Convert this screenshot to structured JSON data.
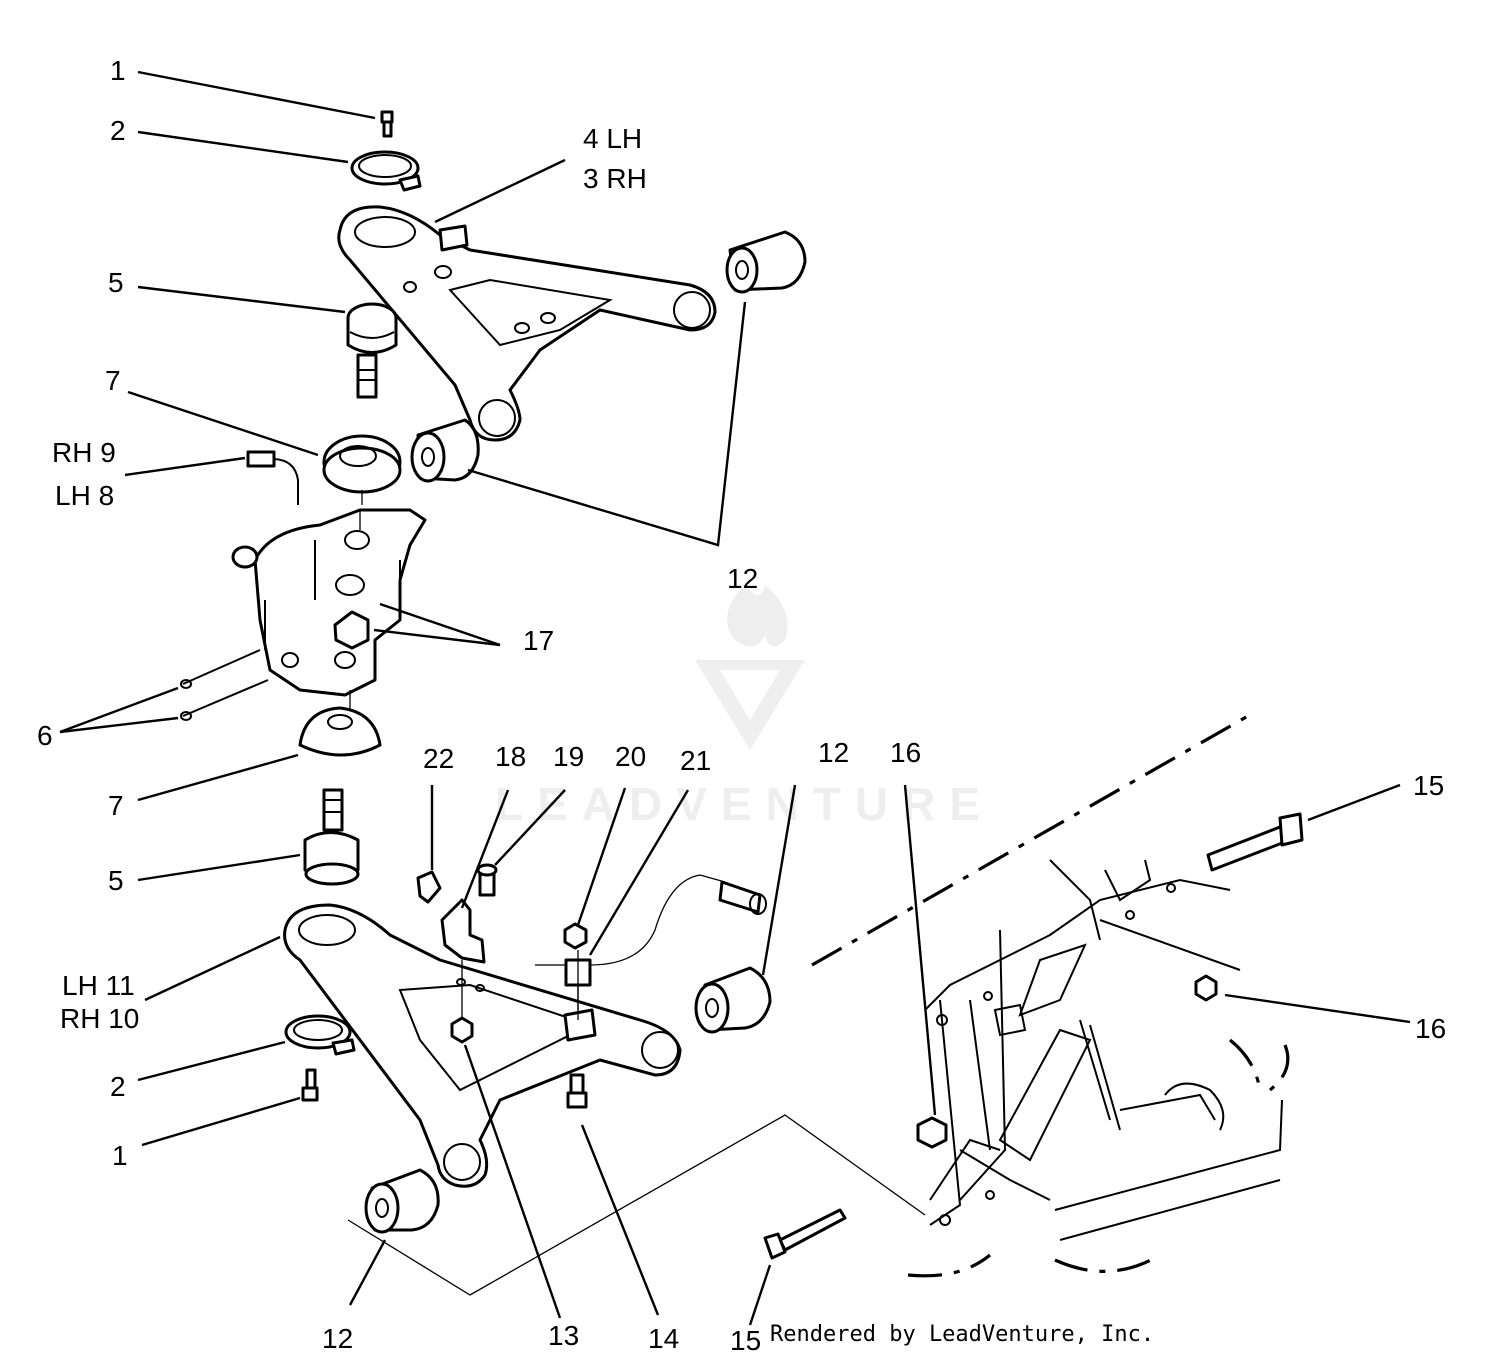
{
  "diagram": {
    "watermark": "LEADVENTURE",
    "credit": "Rendered by LeadVenture, Inc.",
    "callouts": {
      "c1_top": "1",
      "c2_top": "2",
      "c4": "4 LH",
      "c3": "3 RH",
      "c5_top": "5",
      "c7_top": "7",
      "c9": "RH 9",
      "c8": "LH 8",
      "c12_right": "12",
      "c17": "17",
      "c6": "6",
      "c7_bottom": "7",
      "c5_bottom": "5",
      "c22": "22",
      "c18": "18",
      "c19": "19",
      "c20": "20",
      "c21": "21",
      "c12_mid": "12",
      "c16_top": "16",
      "c15_top": "15",
      "c11": "LH 11",
      "c10": "RH 10",
      "c16_right": "16",
      "c2_bottom": "2",
      "c1_bottom": "1",
      "c12_bottom": "12",
      "c13": "13",
      "c14": "14",
      "c15_bottom": "15"
    }
  }
}
